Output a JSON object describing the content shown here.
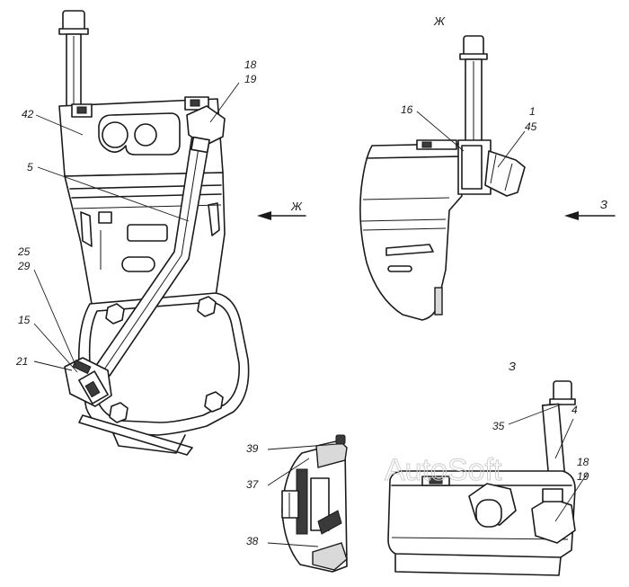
{
  "watermark": "AutoSoft",
  "view_labels": {
    "zh_top": "Ж",
    "zh_arrow": "Ж",
    "z_arrow": "З",
    "z_view": "З"
  },
  "callouts": {
    "c42": "42",
    "c18a": "18",
    "c19a": "19",
    "c5": "5",
    "c25": "25",
    "c29": "29",
    "c15": "15",
    "c21": "21",
    "c16": "16",
    "c1": "1",
    "c45": "45",
    "c39": "39",
    "c37": "37",
    "c38": "38",
    "c35": "35",
    "c4": "4",
    "c18b": "18",
    "c19b": "19"
  }
}
